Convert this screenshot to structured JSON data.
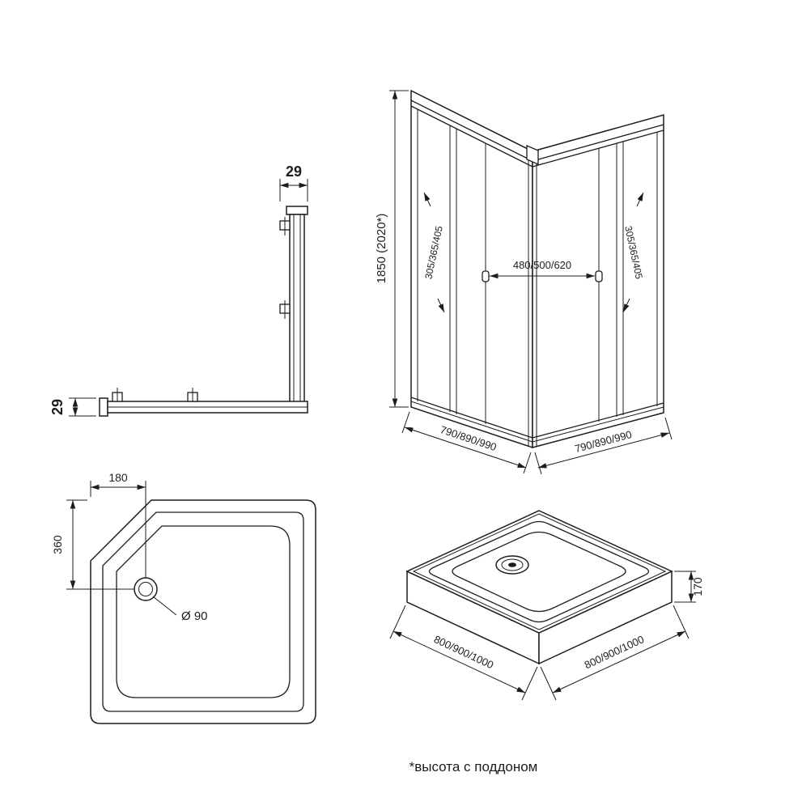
{
  "ink": "#1d1d1b",
  "footnote": "*высота с поддоном",
  "profile_view": {
    "dim_width_top": "29",
    "dim_width_side": "29"
  },
  "enclosure_view": {
    "dim_height": "1850 (2020*)",
    "dim_left_fixed_panel": "305/365/405",
    "dim_entry_width": "480/500/620",
    "dim_right_fixed_panel": "305/365/405",
    "dim_base_left": "790/890/990",
    "dim_base_right": "790/890/990"
  },
  "tray_top_view": {
    "dim_drain_offset_x": "180",
    "dim_drain_offset_y": "360",
    "dim_drain_diameter": "Ø 90"
  },
  "tray_perspective": {
    "dim_height": "170",
    "dim_base_left": "800/900/1000",
    "dim_base_right": "800/900/1000"
  }
}
